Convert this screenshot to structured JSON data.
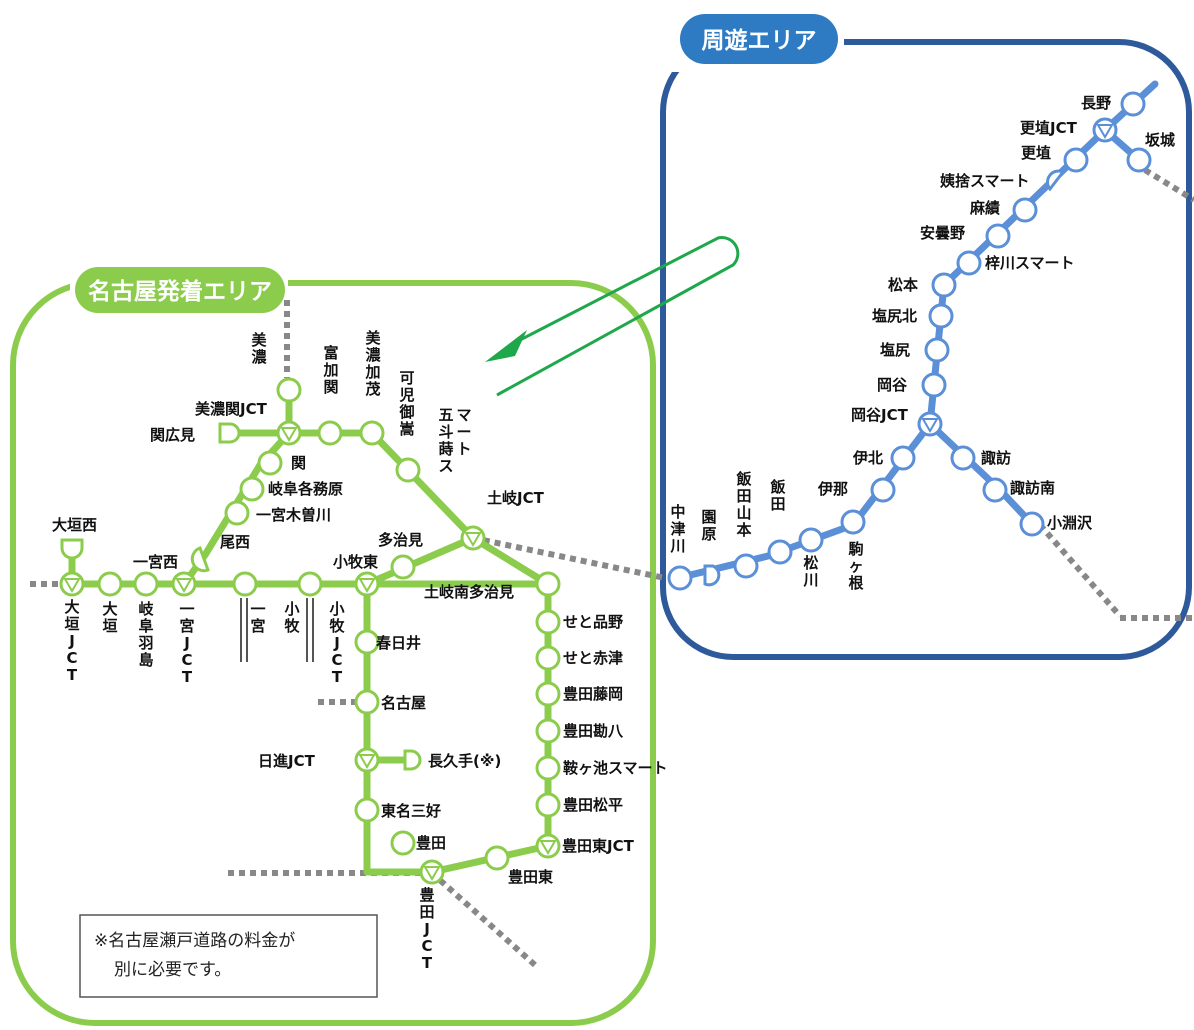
{
  "nagoya_area": {
    "badge": "名古屋発着エリア",
    "color": "#8ccc4c"
  },
  "tour_area": {
    "badge": "周遊エリア",
    "color": "#2e5a9c",
    "line_color": "#5b8fd8"
  },
  "note": {
    "line1": "※名古屋瀬戸道路の料金が",
    "line2": "別に必要です。"
  },
  "arrow_color": "#1fa84b",
  "nagoya_labels": {
    "mino": "美濃",
    "minoseki_jct": "美濃関JCT",
    "sekihiromi": "関広見",
    "seki": "関",
    "tomika": "富加関",
    "minokamo": "美濃加茂",
    "kanimitake": "可児御嵩",
    "gotoki": "五斗蒔スマート",
    "toki_jct": "土岐JCT",
    "gifukakamigahara": "岐阜各務原",
    "ichinomiyakisogawa": "一宮木曽川",
    "bisai": "尾西",
    "ichinomiyanishi": "一宮西",
    "ogakinishi": "大垣西",
    "ogaki_jct": "大垣JCT",
    "ogaki": "大垣",
    "gifuhashima": "岐阜羽島",
    "ichinomiya_jct": "一宮JCT",
    "ichinomiya": "一宮",
    "komaki": "小牧",
    "komakihigashi": "小牧東",
    "komaki_jct": "小牧JCT",
    "tajimi": "多治見",
    "tokiminamitajimi": "土岐南多治見",
    "kasugai": "春日井",
    "nagoya": "名古屋",
    "nisshin_jct": "日進JCT",
    "nagakute": "長久手(※)",
    "tomeimiyoshi": "東名三好",
    "toyota": "豊田",
    "toyota_jct": "豊田JCT",
    "toyotahigashi": "豊田東",
    "setoshinano": "せと品野",
    "setoakazu": "せと赤津",
    "toyotafujioka": "豊田藤岡",
    "toyotakanbachi": "豊田勘八",
    "kuragaike": "鞍ヶ池スマート",
    "toyotamatsudaira": "豊田松平",
    "toyotahigashi_jct": "豊田東JCT"
  },
  "tour_labels": {
    "nagano": "長野",
    "koshoku_jct": "更埴JCT",
    "sakaki": "坂城",
    "koshoku": "更埴",
    "obasute": "姨捨スマート",
    "omi": "麻績",
    "azumino": "安曇野",
    "azusagawa": "梓川スマート",
    "matsumoto": "松本",
    "shiojirikita": "塩尻北",
    "shiojiri": "塩尻",
    "okaya": "岡谷",
    "okaya_jct": "岡谷JCT",
    "suwa": "諏訪",
    "suwaminami": "諏訪南",
    "kobuchizawa": "小淵沢",
    "ihoku": "伊北",
    "ina": "伊那",
    "komagane": "駒ヶ根",
    "matsukawa": "松川",
    "iida": "飯田",
    "iidayamamoto": "飯田山本",
    "sonohara": "園原",
    "nakatsugawa": "中津川"
  }
}
